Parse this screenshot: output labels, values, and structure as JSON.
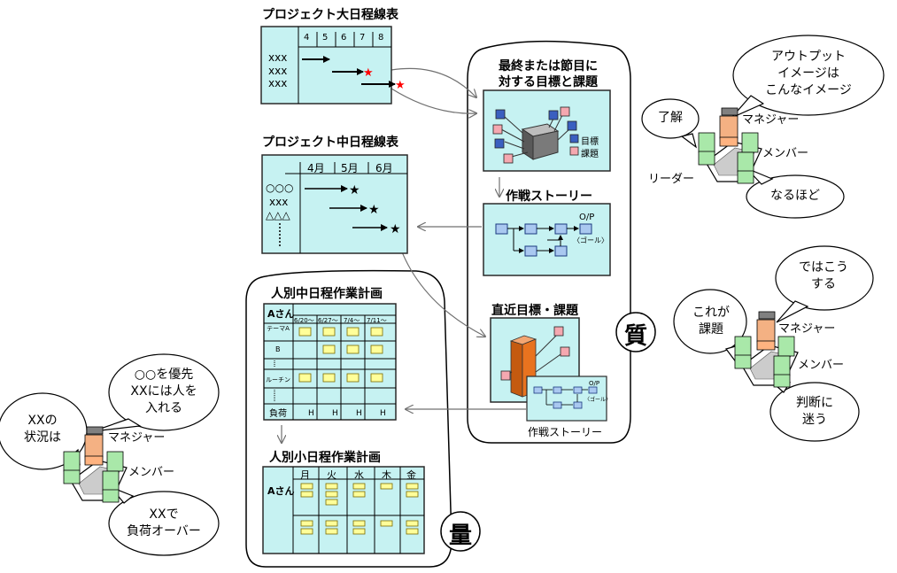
{
  "large_schedule": {
    "title": "プロジェクト大日程線表",
    "months": [
      "4",
      "5",
      "6",
      "7",
      "8"
    ],
    "rows": [
      "xxx",
      "xxx",
      "xxx"
    ]
  },
  "mid_schedule": {
    "title": "プロジェクト中日程線表",
    "months": [
      "4月",
      "5月",
      "6月"
    ],
    "rows": [
      "○○○",
      "xxx",
      "△△△"
    ]
  },
  "quality_section": {
    "goal_title_line1": "最終または節目に",
    "goal_title_line2": "対する目標と課題",
    "legend_goal": "目標",
    "legend_issue": "課題",
    "story_title": "作戦ストーリー",
    "op_label": "O/P",
    "goal_label": "〈ゴール〉",
    "near_title": "直近目標・課題",
    "near_story_caption": "作戦ストーリー",
    "quality_char": "質"
  },
  "quantity_section": {
    "mid_plan_title": "人別中日程作業計画",
    "mid_plan_person": "Aさん",
    "mid_plan_weeks": [
      "6/20～",
      "6/27～",
      "7/4～",
      "7/11～"
    ],
    "mid_plan_rows": [
      "テーマA",
      "B",
      "ルーチン",
      "負荷"
    ],
    "load_marks": [
      "H",
      "H",
      "H",
      "H"
    ],
    "small_plan_title": "人別小日程作業計画",
    "small_plan_person": "Aさん",
    "small_plan_days": [
      "月",
      "火",
      "水",
      "木",
      "金"
    ],
    "quantity_char": "量"
  },
  "scenes": {
    "top_right": {
      "bubble_manager": [
        "アウトプット",
        "イメージは",
        "こんなイメージ"
      ],
      "bubble_leader": "了解",
      "bubble_member": "なるほど",
      "role_manager": "マネジャー",
      "role_member": "メンバー",
      "role_leader": "リーダー"
    },
    "mid_right": {
      "bubble_manager": [
        "ではこう",
        "する"
      ],
      "bubble_leader": [
        "これが",
        "課題"
      ],
      "bubble_member": [
        "判断に",
        "迷う"
      ],
      "role_manager": "マネジャー",
      "role_member": "メンバー"
    },
    "bottom_left": {
      "bubble_manager": [
        "○○を優先",
        "XXには人を",
        "入れる"
      ],
      "bubble_leader": [
        "XXの",
        "状況は"
      ],
      "bubble_member": [
        "XXで",
        "負荷オーバー"
      ],
      "role_manager": "マネジャー",
      "role_member": "メンバー"
    }
  },
  "colors": {
    "panel_fill": "#c6f2f2",
    "goal_square": "#3a5fc0",
    "issue_square": "#f5a8b0",
    "story_box": "#a9c8f0",
    "task_bar": "#ffff99",
    "bar3d": "#e8731f",
    "arrow_grey": "#707070",
    "star_red": "#ff0000"
  }
}
